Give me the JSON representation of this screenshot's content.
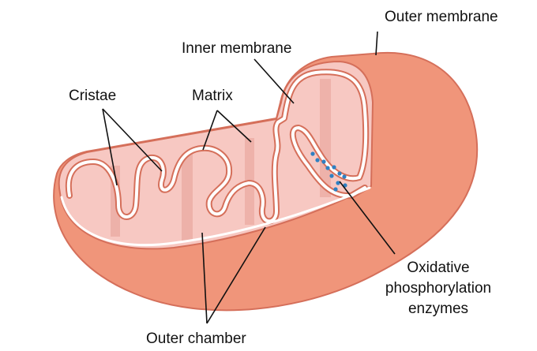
{
  "labels": {
    "outer_membrane": "Outer membrane",
    "inner_membrane": "Inner membrane",
    "cristae": "Cristae",
    "matrix": "Matrix",
    "enzymes_line1": "Oxidative",
    "enzymes_line2": "phosphorylation",
    "enzymes_line3": "enzymes",
    "outer_chamber": "Outer chamber"
  },
  "colors": {
    "outer_body": "#f0957a",
    "outline": "#d56f5a",
    "cut_face": "#f7c8c2",
    "membrane": "#ffffff",
    "enzyme_dots": "#2f80c2"
  }
}
